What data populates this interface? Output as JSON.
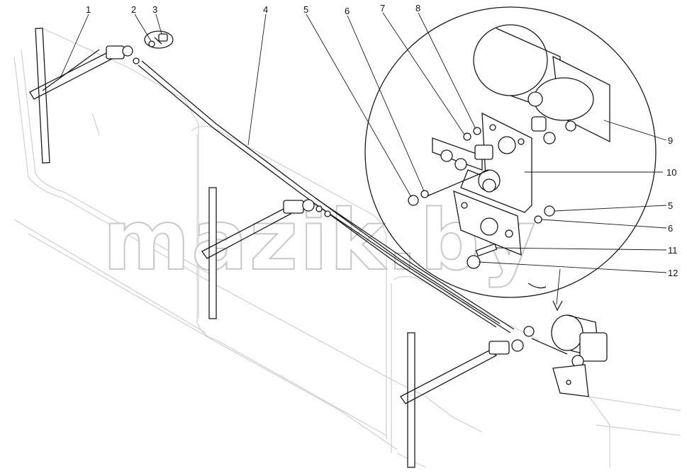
{
  "watermark": "mazik.by",
  "callouts": [
    {
      "id": "c1",
      "label": "1"
    },
    {
      "id": "c2",
      "label": "2"
    },
    {
      "id": "c3",
      "label": "3"
    },
    {
      "id": "c4",
      "label": "4"
    },
    {
      "id": "c5",
      "label": "5"
    },
    {
      "id": "c6",
      "label": "6"
    },
    {
      "id": "c7",
      "label": "7"
    },
    {
      "id": "c8",
      "label": "8"
    },
    {
      "id": "c9",
      "label": "9"
    },
    {
      "id": "c10",
      "label": "10"
    },
    {
      "id": "c5b",
      "label": "5"
    },
    {
      "id": "c6b",
      "label": "6"
    },
    {
      "id": "c11",
      "label": "11"
    },
    {
      "id": "c12",
      "label": "12"
    }
  ],
  "colors": {
    "ink": "#1a1a1a",
    "cab_edges": "#cfcfcf",
    "watermark_outline": "#c8c8c8"
  }
}
